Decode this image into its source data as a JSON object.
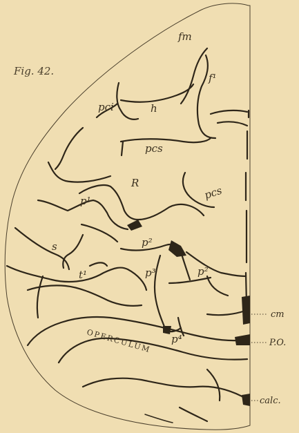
{
  "figure": {
    "title": "Fig. 42.",
    "labels": {
      "fm": "fm",
      "f1": "f¹",
      "pci": "pci",
      "h": "h",
      "pcs_upper": "pcs",
      "pcs_right": "pcs",
      "R": "R",
      "p1": "p¹",
      "s": "s",
      "p2_mid": "p²",
      "p3": "p³",
      "p2_right": "p²",
      "t1": "t¹",
      "p4": "p⁴",
      "operculum": "OPERCULUM"
    },
    "side_labels": {
      "cm": "cm",
      "po": "P.O.",
      "calc": "calc."
    }
  },
  "colors": {
    "paper": "#f0deb2",
    "ink": "#2e2619"
  }
}
